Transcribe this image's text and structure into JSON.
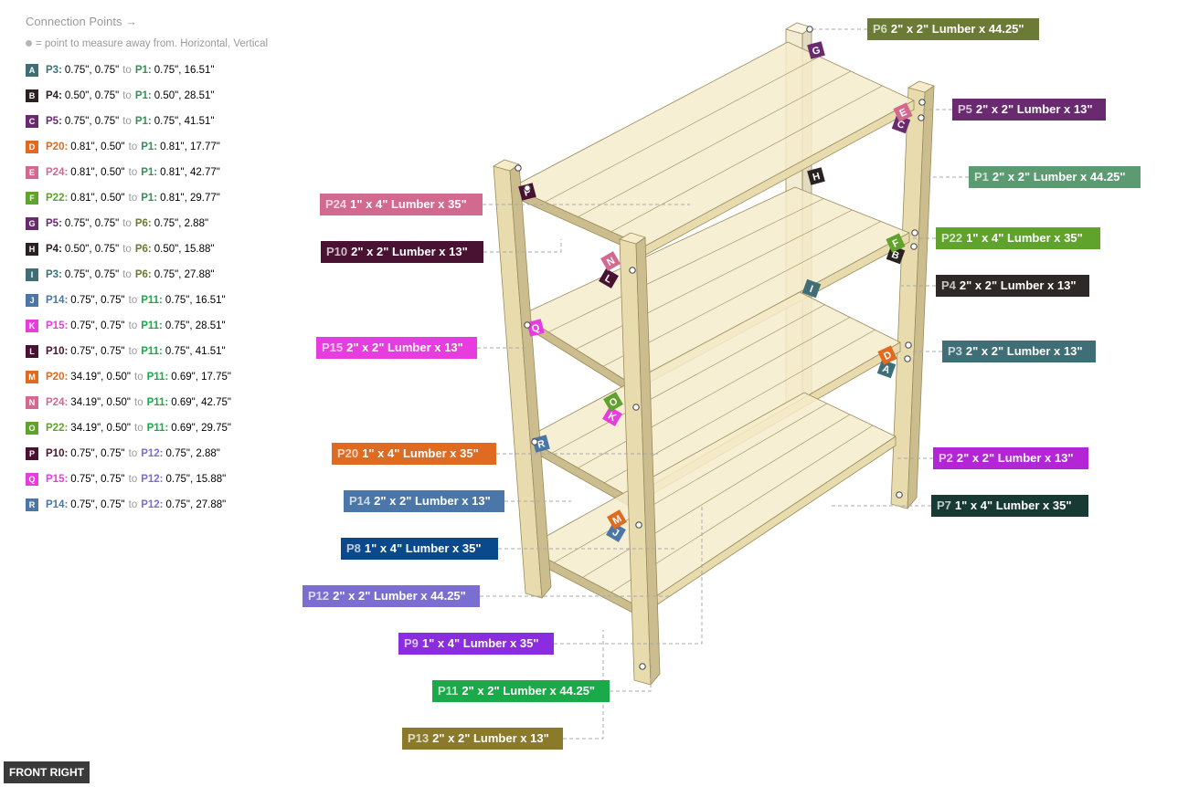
{
  "legend": {
    "title": "Connection Points →",
    "note": "= point to measure away from. Horizontal, Vertical",
    "rows": [
      {
        "key": "A",
        "color": "#3f6e77",
        "from": "P3:",
        "from_val": "0.75\", 0.75\"",
        "from_color": "#3f6e77",
        "sep": "to",
        "to": "P1:",
        "to_val": "0.75\", 16.51\"",
        "to_color": "#3c8c5a"
      },
      {
        "key": "B",
        "color": "#2a2220",
        "from": "P4:",
        "from_val": "0.50\", 0.75\"",
        "from_color": "#2a2220",
        "sep": "to",
        "to": "P1:",
        "to_val": "0.50\", 28.51\"",
        "to_color": "#3c8c5a"
      },
      {
        "key": "C",
        "color": "#6a2a6f",
        "from": "P5:",
        "from_val": "0.75\", 0.75\"",
        "from_color": "#6a2a6f",
        "sep": "to",
        "to": "P1:",
        "to_val": "0.75\", 41.51\"",
        "to_color": "#3c8c5a"
      },
      {
        "key": "D",
        "color": "#e06a1f",
        "from": "P20:",
        "from_val": "0.81\", 0.50\"",
        "from_color": "#e06a1f",
        "sep": "to",
        "to": "P1:",
        "to_val": "0.81\", 17.77\"",
        "to_color": "#3c8c5a"
      },
      {
        "key": "E",
        "color": "#d2698f",
        "from": "P24:",
        "from_val": "0.81\", 0.50\"",
        "from_color": "#d2698f",
        "sep": "to",
        "to": "P1:",
        "to_val": "0.81\", 42.77\"",
        "to_color": "#3c8c5a"
      },
      {
        "key": "F",
        "color": "#5fa22c",
        "from": "P22:",
        "from_val": "0.81\", 0.50\"",
        "from_color": "#5fa22c",
        "sep": "to",
        "to": "P1:",
        "to_val": "0.81\", 29.77\"",
        "to_color": "#3c8c5a"
      },
      {
        "key": "G",
        "color": "#6a2a6f",
        "from": "P5:",
        "from_val": "0.75\", 0.75\"",
        "from_color": "#6a2a6f",
        "sep": "to",
        "to": "P6:",
        "to_val": "0.75\", 2.88\"",
        "to_color": "#6b7a35"
      },
      {
        "key": "H",
        "color": "#2a2220",
        "from": "P4:",
        "from_val": "0.50\", 0.75\"",
        "from_color": "#2a2220",
        "sep": "to",
        "to": "P6:",
        "to_val": "0.50\", 15.88\"",
        "to_color": "#6b7a35"
      },
      {
        "key": "I",
        "color": "#3f6e77",
        "from": "P3:",
        "from_val": "0.75\", 0.75\"",
        "from_color": "#3f6e77",
        "sep": "to",
        "to": "P6:",
        "to_val": "0.75\", 27.88\"",
        "to_color": "#6b7a35"
      },
      {
        "key": "J",
        "color": "#4a76a8",
        "from": "P14:",
        "from_val": "0.75\", 0.75\"",
        "from_color": "#4a76a8",
        "sep": "to",
        "to": "P11:",
        "to_val": "0.75\", 16.51\"",
        "to_color": "#1aaa4a"
      },
      {
        "key": "K",
        "color": "#e73ddf",
        "from": "P15:",
        "from_val": "0.75\", 0.75\"",
        "from_color": "#e73ddf",
        "sep": "to",
        "to": "P11:",
        "to_val": "0.75\", 28.51\"",
        "to_color": "#1aaa4a"
      },
      {
        "key": "L",
        "color": "#4a1232",
        "from": "P10:",
        "from_val": "0.75\", 0.75\"",
        "from_color": "#4a1232",
        "sep": "to",
        "to": "P11:",
        "to_val": "0.75\", 41.51\"",
        "to_color": "#1aaa4a"
      },
      {
        "key": "M",
        "color": "#e06a1f",
        "from": "P20:",
        "from_val": "34.19\", 0.50\"",
        "from_color": "#e06a1f",
        "sep": "to",
        "to": "P11:",
        "to_val": "0.69\", 17.75\"",
        "to_color": "#1aaa4a"
      },
      {
        "key": "N",
        "color": "#d2698f",
        "from": "P24:",
        "from_val": "34.19\", 0.50\"",
        "from_color": "#d2698f",
        "sep": "to",
        "to": "P11:",
        "to_val": "0.69\", 42.75\"",
        "to_color": "#1aaa4a"
      },
      {
        "key": "O",
        "color": "#5fa22c",
        "from": "P22:",
        "from_val": "34.19\", 0.50\"",
        "from_color": "#5fa22c",
        "sep": "to",
        "to": "P11:",
        "to_val": "0.69\", 29.75\"",
        "to_color": "#1aaa4a"
      },
      {
        "key": "P",
        "color": "#4a1232",
        "from": "P10:",
        "from_val": "0.75\", 0.75\"",
        "from_color": "#4a1232",
        "sep": "to",
        "to": "P12:",
        "to_val": "0.75\", 2.88\"",
        "to_color": "#7a6fd0"
      },
      {
        "key": "Q",
        "color": "#e73ddf",
        "from": "P15:",
        "from_val": "0.75\", 0.75\"",
        "from_color": "#e73ddf",
        "sep": "to",
        "to": "P12:",
        "to_val": "0.75\", 15.88\"",
        "to_color": "#7a6fd0"
      },
      {
        "key": "R",
        "color": "#4a76a8",
        "from": "P14:",
        "from_val": "0.75\", 0.75\"",
        "from_color": "#4a76a8",
        "sep": "to",
        "to": "P12:",
        "to_val": "0.75\", 27.88\"",
        "to_color": "#7a6fd0"
      }
    ]
  },
  "parts": [
    {
      "id": "P6",
      "desc": "2\" x 2\" Lumber x 44.25\"",
      "color": "#6b7a35"
    },
    {
      "id": "P5",
      "desc": "2\" x 2\" Lumber x 13\"",
      "color": "#6a2a6f"
    },
    {
      "id": "P1",
      "desc": "2\" x 2\" Lumber x 44.25\"",
      "color": "#5c9a72"
    },
    {
      "id": "P24",
      "desc": "1\" x 4\" Lumber  x 35\"",
      "color": "#d2698f"
    },
    {
      "id": "P10",
      "desc": "2\" x 2\" Lumber x 13\"",
      "color": "#4a1232"
    },
    {
      "id": "P22",
      "desc": "1\" x 4\" Lumber  x 35\"",
      "color": "#5fa22c"
    },
    {
      "id": "P4",
      "desc": "2\" x 2\" Lumber x 13\"",
      "color": "#2e2826"
    },
    {
      "id": "P15",
      "desc": "2\" x 2\" Lumber x 13\"",
      "color": "#e73ddf"
    },
    {
      "id": "P3",
      "desc": "2\" x 2\" Lumber x 13\"",
      "color": "#3f6e77"
    },
    {
      "id": "P20",
      "desc": "1\" x 4\" Lumber  x 35\"",
      "color": "#e06a1f"
    },
    {
      "id": "P2",
      "desc": "2\" x 2\" Lumber x 13\"",
      "color": "#b326d6"
    },
    {
      "id": "P14",
      "desc": "2\" x 2\" Lumber x 13\"",
      "color": "#4a76a8"
    },
    {
      "id": "P7",
      "desc": "1\" x 4\" Lumber  x 35\"",
      "color": "#183a34"
    },
    {
      "id": "P8",
      "desc": "1\" x 4\" Lumber  x 35\"",
      "color": "#0a4a8c"
    },
    {
      "id": "P12",
      "desc": "2\" x 2\" Lumber x 44.25\"",
      "color": "#7a6fd0"
    },
    {
      "id": "P9",
      "desc": "1\" x 4\" Lumber  x 35\"",
      "color": "#8a2ce0"
    },
    {
      "id": "P11",
      "desc": "2\" x 2\" Lumber x 44.25\"",
      "color": "#1aaa4a"
    },
    {
      "id": "P13",
      "desc": "2\" x 2\" Lumber x 13\"",
      "color": "#8a7a2a"
    }
  ],
  "markers": [
    {
      "key": "A",
      "color": "#3f6e77"
    },
    {
      "key": "B",
      "color": "#2a2220"
    },
    {
      "key": "C",
      "color": "#6a2a6f"
    },
    {
      "key": "D",
      "color": "#e06a1f"
    },
    {
      "key": "E",
      "color": "#d2698f"
    },
    {
      "key": "F",
      "color": "#5fa22c"
    },
    {
      "key": "G",
      "color": "#6a2a6f"
    },
    {
      "key": "H",
      "color": "#2a2220"
    },
    {
      "key": "I",
      "color": "#3f6e77"
    },
    {
      "key": "J",
      "color": "#4a76a8"
    },
    {
      "key": "K",
      "color": "#e73ddf"
    },
    {
      "key": "L",
      "color": "#4a1232"
    },
    {
      "key": "M",
      "color": "#e06a1f"
    },
    {
      "key": "N",
      "color": "#d2698f"
    },
    {
      "key": "O",
      "color": "#5fa22c"
    },
    {
      "key": "P",
      "color": "#4a1232"
    },
    {
      "key": "Q",
      "color": "#e73ddf"
    },
    {
      "key": "R",
      "color": "#4a76a8"
    }
  ],
  "view": {
    "label": "FRONT RIGHT"
  },
  "colors": {
    "wood_light": "#f6eccb",
    "wood_face": "#e8dcae",
    "wood_side": "#cbbd8e",
    "wood_edge": "#9a8b5a",
    "leader": "#a9a9a9"
  }
}
